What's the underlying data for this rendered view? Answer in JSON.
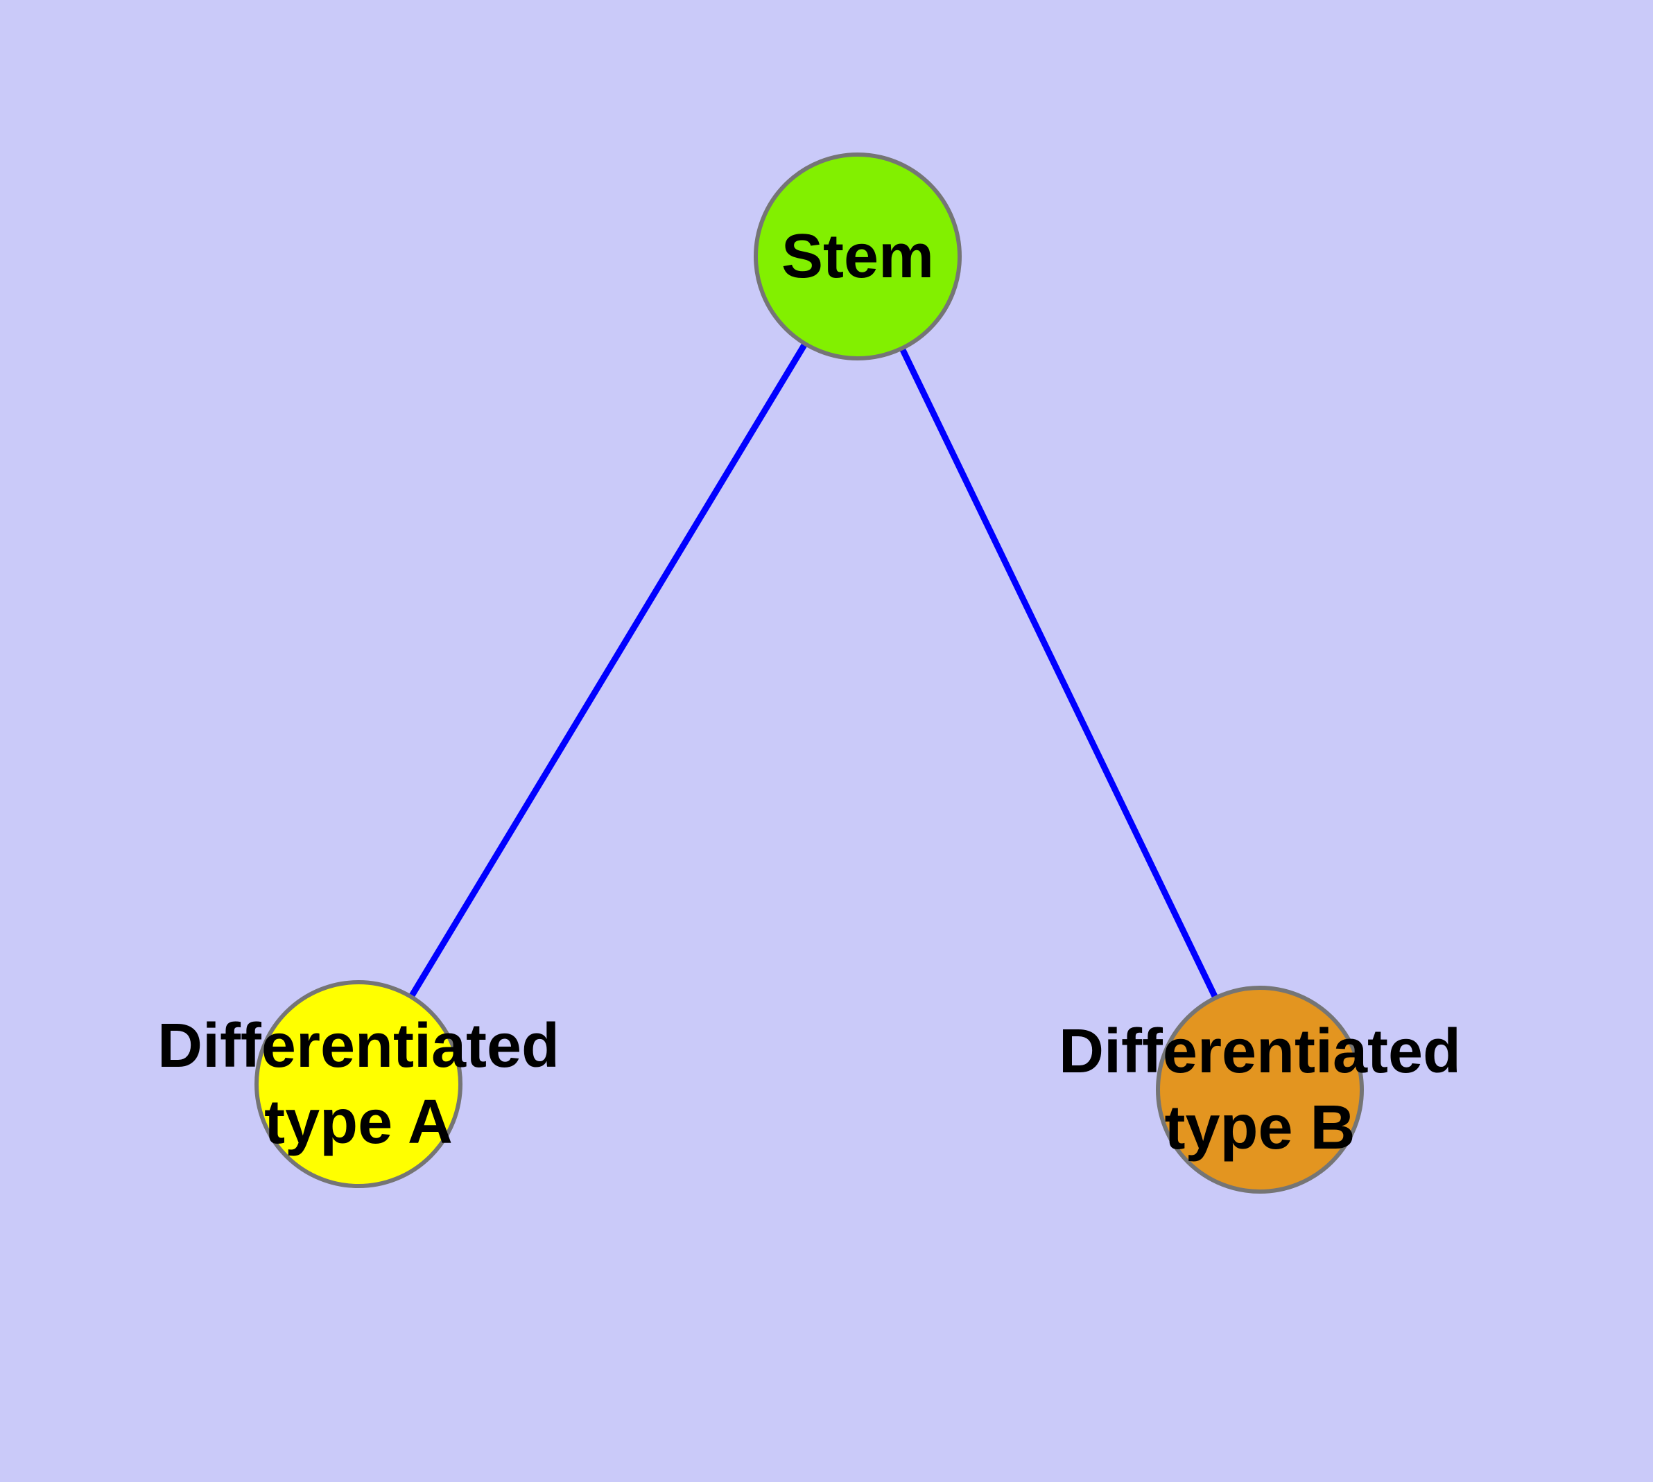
{
  "diagram": {
    "background_color": "#CACAF9",
    "node_border_color": "#757575",
    "edge_color": "#0000FF",
    "nodes": {
      "stem": {
        "label": "Stem",
        "fill_color": "#82F000"
      },
      "type_a": {
        "label_line1": "Differentiated",
        "label_line2": "type A",
        "fill_color": "#FFFF00"
      },
      "type_b": {
        "label_line1": "Differentiated",
        "label_line2": "type B",
        "fill_color": "#E39520"
      }
    },
    "edges": [
      {
        "from": "Stem",
        "to": "Differentiated type A",
        "color": "#0000FF"
      },
      {
        "from": "Stem",
        "to": "Differentiated type B",
        "color": "#0000FF"
      }
    ]
  }
}
